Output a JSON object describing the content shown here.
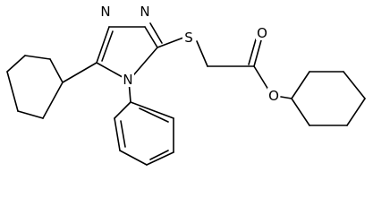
{
  "molecule": {
    "atoms": {
      "n_top_left": "N",
      "n_top_right": "N",
      "n_ring": "N",
      "sulfur": "S",
      "carbonyl_oxygen": "O",
      "ester_oxygen": "O"
    }
  }
}
